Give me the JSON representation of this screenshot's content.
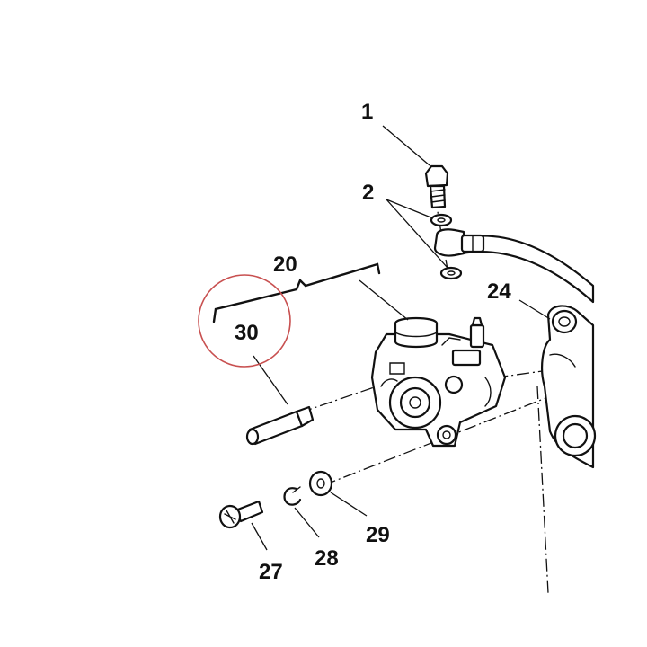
{
  "callouts": {
    "c1": "1",
    "c2": "2",
    "c20": "20",
    "c24": "24",
    "c30": "30",
    "c27": "27",
    "c28": "28",
    "c29": "29"
  },
  "highlight": {
    "color": "#c85050",
    "circles_label": "30"
  },
  "colors": {
    "ink": "#111111",
    "paper": "#ffffff"
  }
}
